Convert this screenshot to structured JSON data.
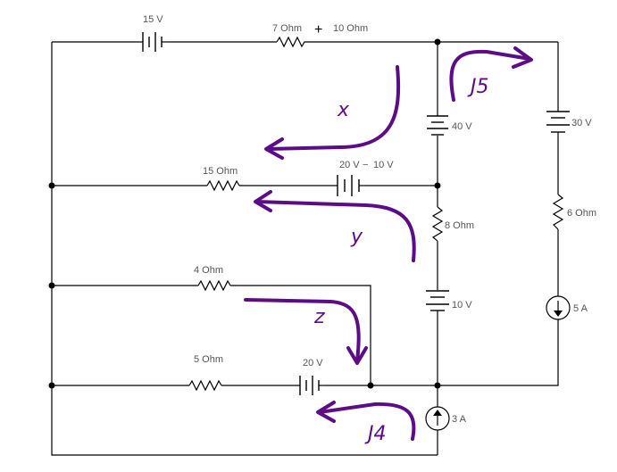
{
  "labels": {
    "v15": "15 V",
    "r7": "7 Ohm",
    "plus": "+",
    "r10": "10 Ohm",
    "v40": "40 V",
    "v30": "30 V",
    "r15": "15 Ohm",
    "v20_10": "20 V",
    "v_10": "10 V",
    "minus": "−",
    "r8": "8 Ohm",
    "r6": "6 Ohm",
    "r4": "4 Ohm",
    "v10": "10 V",
    "i5": "5 A",
    "r5": "5 Ohm",
    "v20": "20 V",
    "i3": "3 A"
  },
  "loops": {
    "x": "x",
    "y": "y",
    "z": "z",
    "j5": "J5",
    "j4": "J4"
  },
  "colors": {
    "wire": "#000000",
    "loop": "#5b0c86",
    "label": "#555555"
  }
}
